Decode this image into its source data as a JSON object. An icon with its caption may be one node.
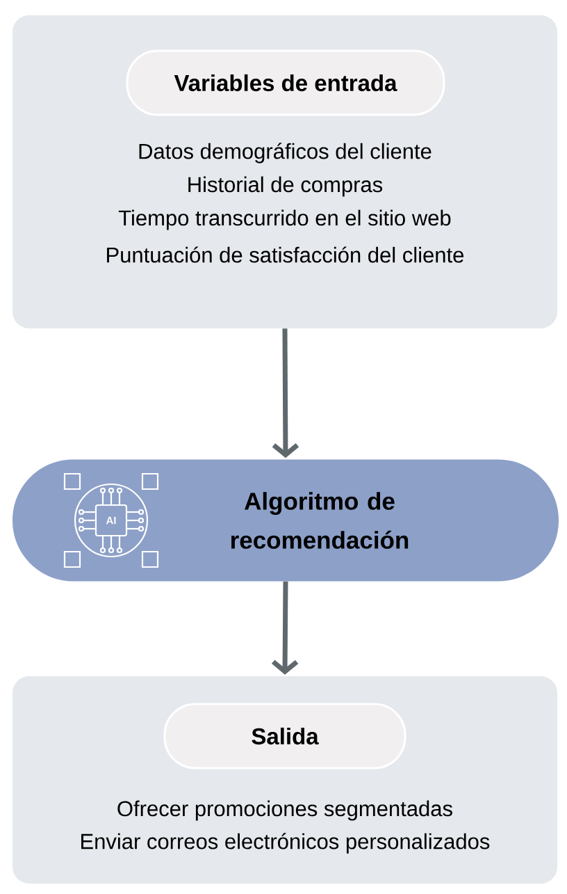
{
  "diagram": {
    "nodes": [
      {
        "text": [
          "Datos demográficos del cliente",
          "Historial de compras",
          "Tiempo transcurrido en el sitio web",
          "Puntuación de satisfacción del cliente"
        ]
      },
      {
        "text": [
          "Variables de entrada"
        ],
        "in": 0
      },
      {
        "text": [
          "Algoritmo de recomendación"
        ]
      },
      {
        "text": [
          "Ofrecer promociones segmentadas",
          "Enviar correos electrónicos personalizados"
        ]
      },
      {
        "text": [
          "Salida"
        ],
        "in": 3
      }
    ],
    "edges": [
      {
        "from": 0,
        "to": 2,
        "arrow": "to"
      },
      {
        "from": 2,
        "to": 3,
        "arrow": "to"
      }
    ],
    "labels": [
      "AI"
    ]
  }
}
